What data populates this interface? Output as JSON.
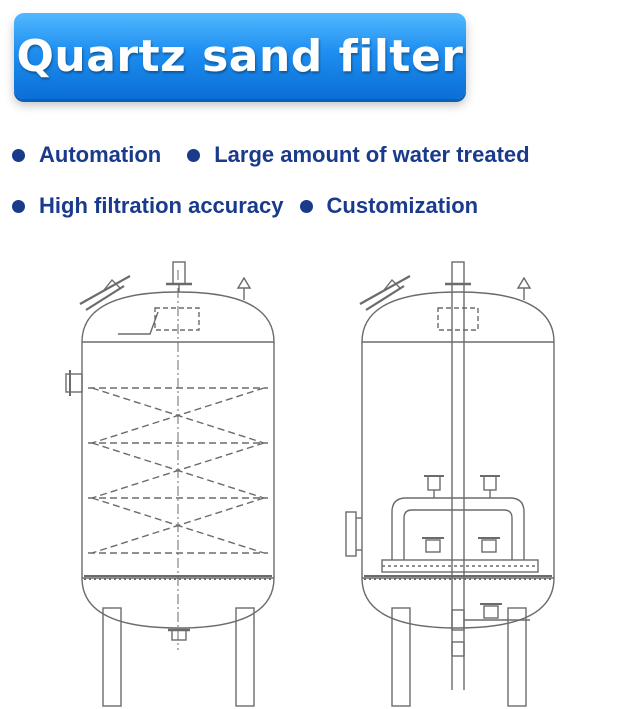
{
  "title": "Quartz sand filter",
  "features": [
    "Automation",
    "Large amount of water treated",
    "High filtration accuracy",
    "Customization"
  ]
}
